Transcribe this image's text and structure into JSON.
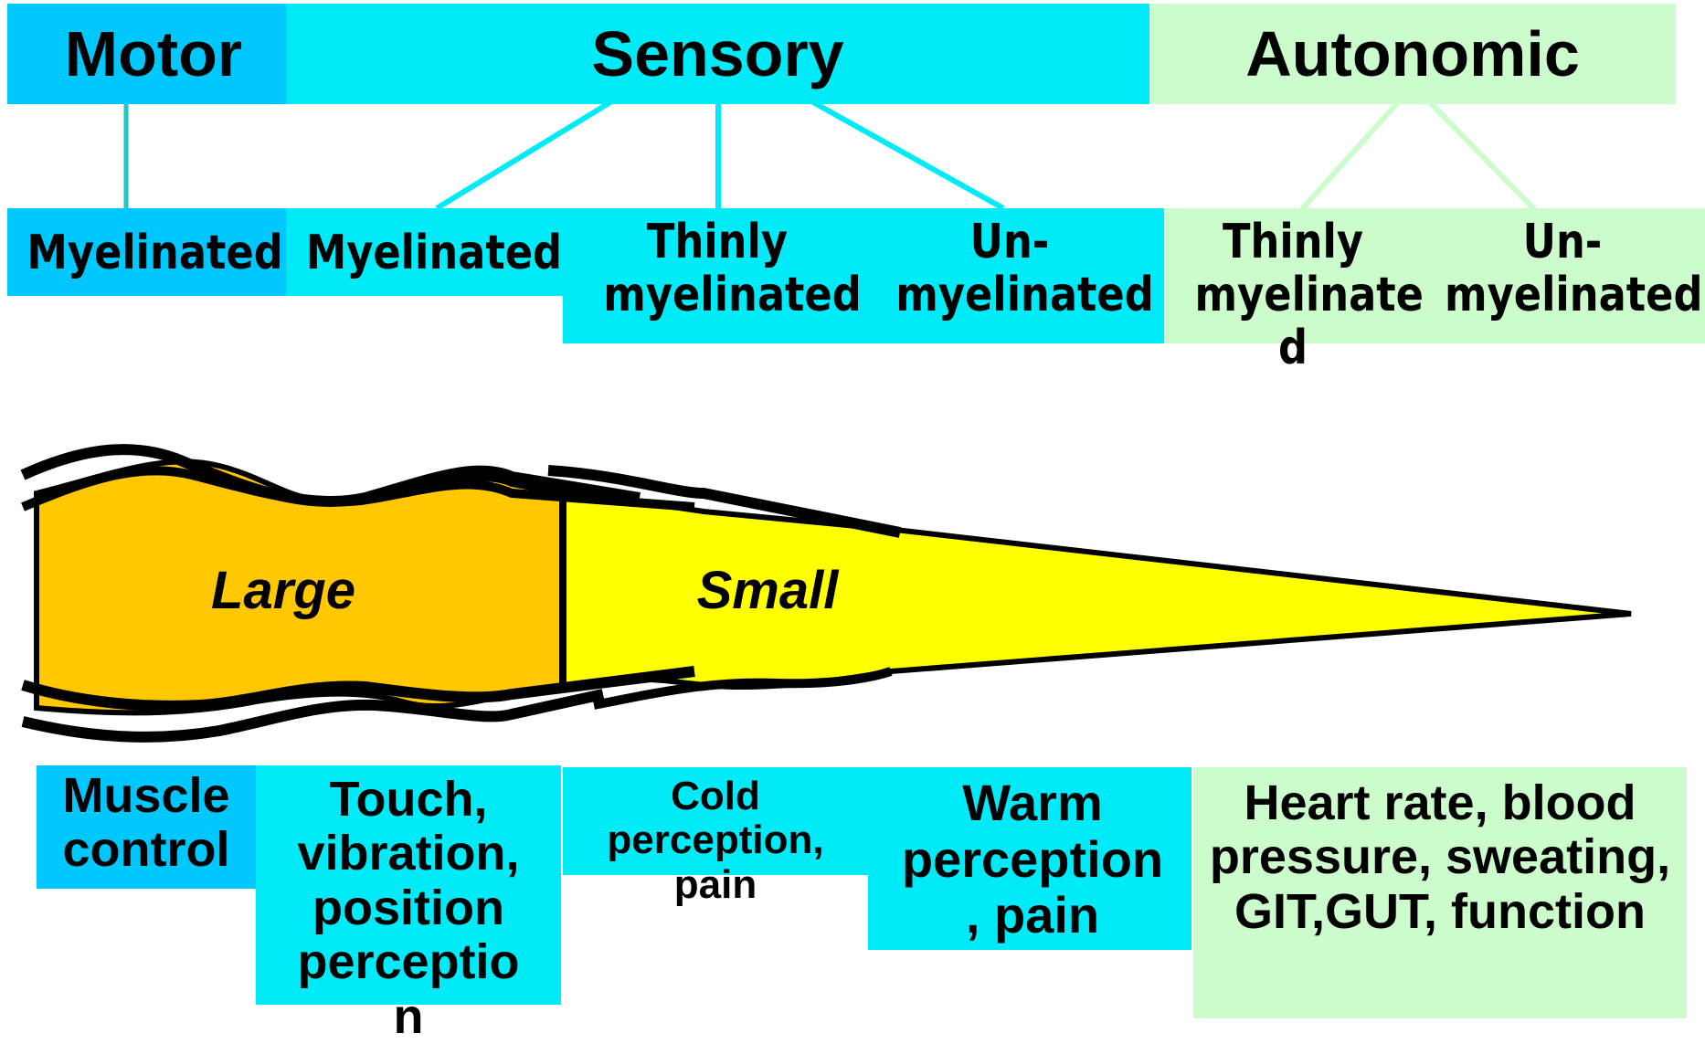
{
  "colors": {
    "motor": "#00c8ff",
    "sensory": "#00ebf7",
    "autonomic": "#ccfccc",
    "large_fiber": "#ffc800",
    "small_fiber": "#ffff00",
    "outline": "#000000"
  },
  "categories": {
    "motor": "Motor",
    "sensory": "Sensory",
    "autonomic": "Autonomic"
  },
  "fiber_types": {
    "motor_myelinated": "Myelinated",
    "sensory_myelinated": "Myelinated",
    "sensory_thinly": "Thinly myelinated",
    "sensory_un": "Un-\nmyelinated",
    "autonomic_thinly": "Thinly myelinate\nd",
    "autonomic_un": "Un-\nmyelinated"
  },
  "fiber_size": {
    "large": "Large",
    "small": "Small"
  },
  "functions": {
    "muscle": "Muscle control",
    "touch": "Touch, vibration, position perceptio\nn",
    "cold": "Cold\nperception,\npain",
    "warm": "Warm perception\n, pain",
    "autonomic": "Heart rate, blood pressure, sweating, GIT,GUT, function"
  }
}
